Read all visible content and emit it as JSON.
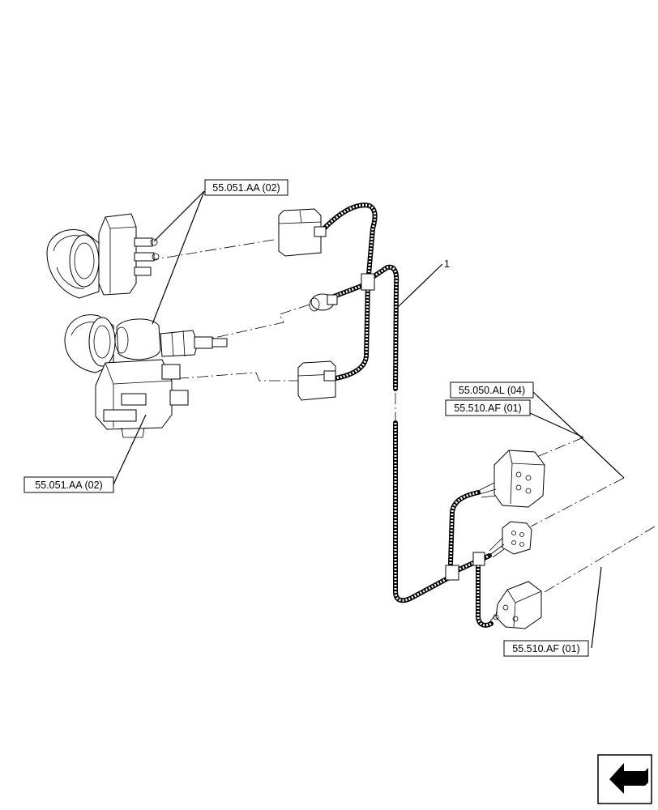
{
  "labels": {
    "ref_aa_top": "55.051.AA (02)",
    "ref_aa_bottom": "55.051.AA (02)",
    "ref_al": "55.050.AL (04)",
    "ref_af_mid": "55.510.AF (01)",
    "ref_af_bottom": "55.510.AF (01)",
    "item_number": "1"
  },
  "icons": {
    "nav": "next-page-arrow-icon"
  }
}
